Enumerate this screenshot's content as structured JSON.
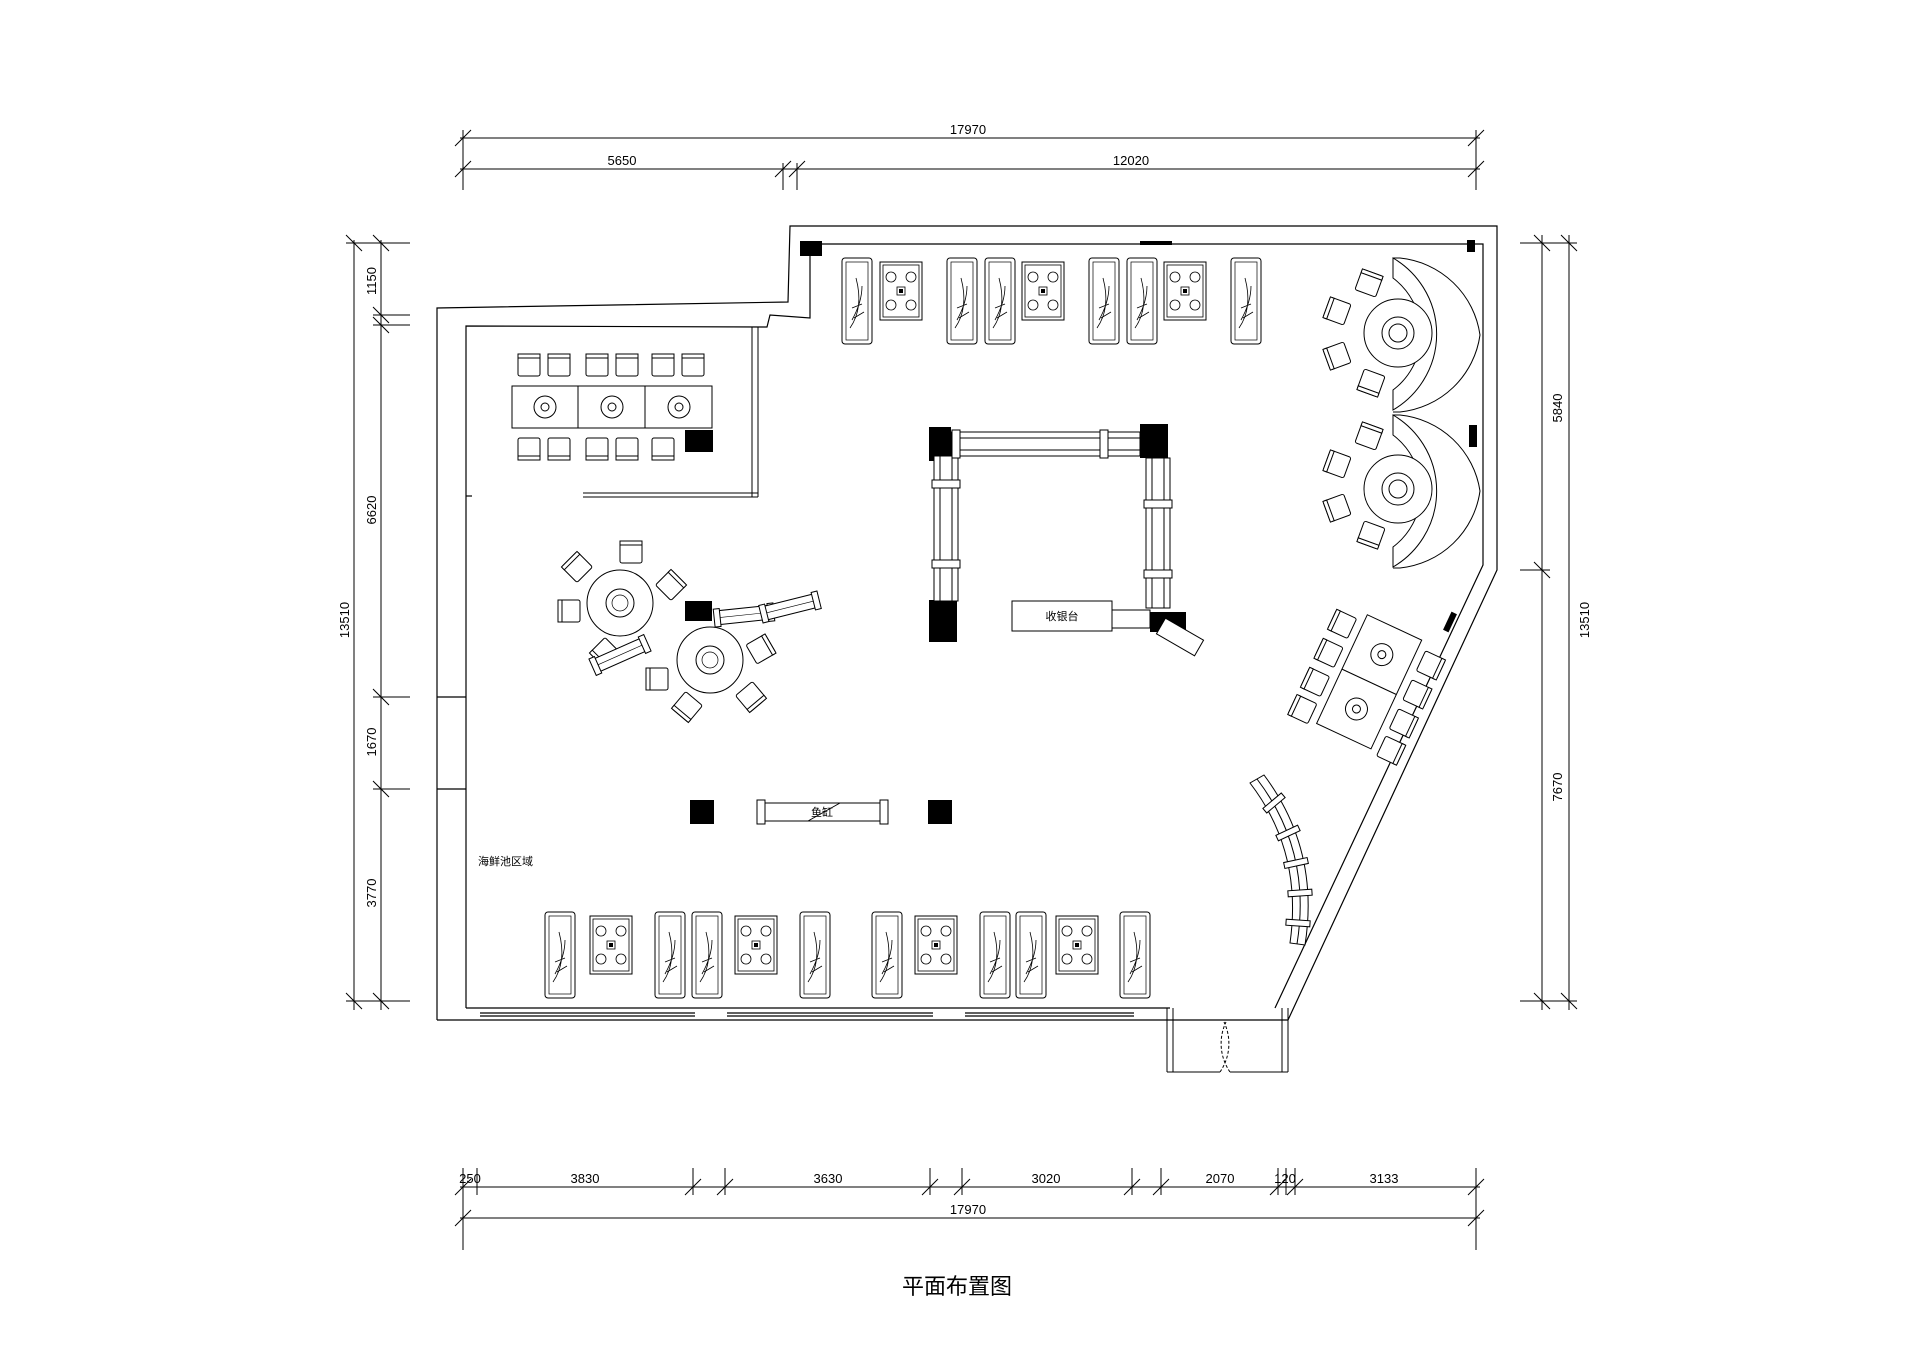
{
  "drawing": {
    "title": "平面布置图",
    "room_labels": {
      "cashier": "收银台",
      "fish_tank": "鱼缸",
      "seafood_pool_area": "海鲜池区域"
    }
  },
  "dimensions": {
    "top_total": "17970",
    "top_left": "5650",
    "top_right": "12020",
    "bottom_segments": [
      "250",
      "3830",
      "3630",
      "3020",
      "2070",
      "120",
      "3133"
    ],
    "bottom_total": "17970",
    "left_segments": [
      "1150",
      "6620",
      "1670",
      "3770"
    ],
    "left_total": "13510",
    "right_segments": [
      "5840",
      "7670"
    ],
    "right_total": "13510"
  }
}
